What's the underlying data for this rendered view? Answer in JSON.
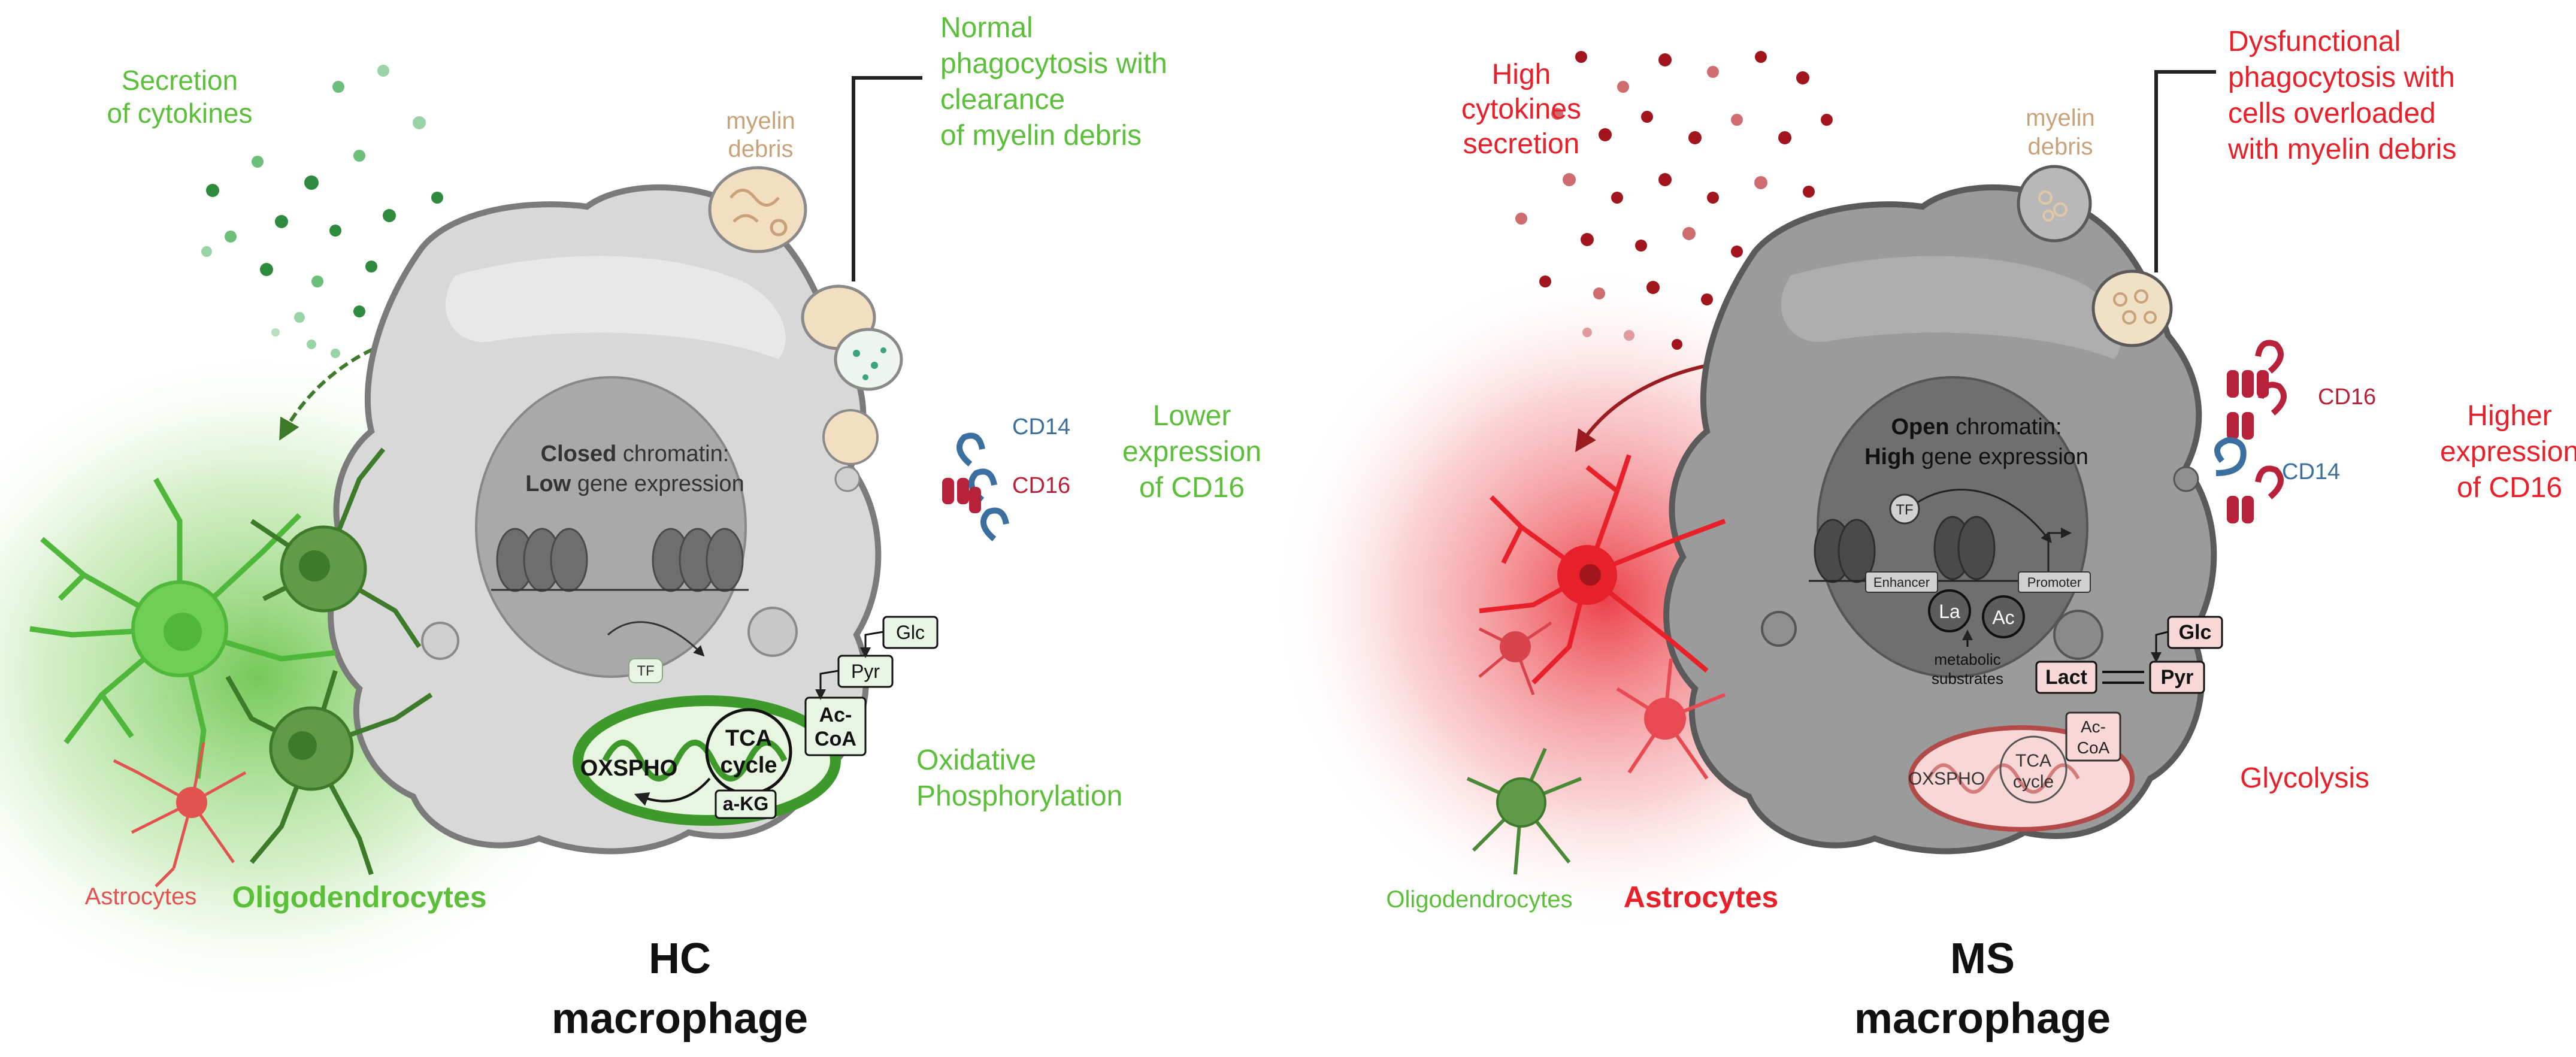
{
  "colors": {
    "green": "#5cbf3a",
    "red": "#e8202a",
    "blue": "#3a6fa0",
    "crimson": "#b8213a",
    "tan": "#c9a27a",
    "cell_light": "#d9d9d9",
    "cell_dark": "#9a9a9a"
  },
  "hc": {
    "title_line1": "HC",
    "title_line2": "macrophage",
    "secretion": [
      "Secretion",
      "of cytokines"
    ],
    "phagocytosis": [
      "Normal",
      "phagocytosis with",
      "clearance",
      "of myelin debris"
    ],
    "myelin": [
      "myelin",
      "debris"
    ],
    "chromatin_line1": {
      "bold": "Closed",
      "rest": " chromatin:"
    },
    "chromatin_line2": {
      "bold": "Low",
      "rest": " gene expression"
    },
    "tf": "TF",
    "cd14": "CD14",
    "cd16": "CD16",
    "expression": [
      "Lower",
      "expression",
      "of CD16"
    ],
    "glc": "Glc",
    "pyr": "Pyr",
    "accoa": [
      "Ac-",
      "CoA"
    ],
    "tca": [
      "TCA",
      "cycle"
    ],
    "oxspho": "OXSPHO",
    "akg": "a-KG",
    "metabolism": [
      "Oxidative",
      "Phosphorylation"
    ],
    "astrocytes": "Astrocytes",
    "oligodendrocytes": "Oligodendrocytes"
  },
  "ms": {
    "title_line1": "MS",
    "title_line2": "macrophage",
    "secretion": [
      "High",
      "cytokines",
      "secretion"
    ],
    "phagocytosis": [
      "Dysfunctional",
      "phagocytosis with",
      "cells overloaded",
      "with myelin debris"
    ],
    "myelin": [
      "myelin",
      "debris"
    ],
    "chromatin_line1": {
      "bold": "Open",
      "rest": " chromatin:"
    },
    "chromatin_line2": {
      "bold": "High",
      "rest": " gene expression"
    },
    "tf": "TF",
    "enhancer": "Enhancer",
    "promoter": "Promoter",
    "la": "La",
    "ac": "Ac",
    "substrates": [
      "metabolic",
      "substrates"
    ],
    "cd16": "CD16",
    "cd14": "CD14",
    "expression": [
      "Higher",
      "expression",
      "of CD16"
    ],
    "glc": "Glc",
    "pyr": "Pyr",
    "lact": "Lact",
    "accoa": [
      "Ac-",
      "CoA"
    ],
    "tca": [
      "TCA",
      "cycle"
    ],
    "oxspho": "OXSPHO",
    "metabolism": "Glycolysis",
    "oligodendrocytes": "Oligodendrocytes",
    "astrocytes": "Astrocytes"
  }
}
